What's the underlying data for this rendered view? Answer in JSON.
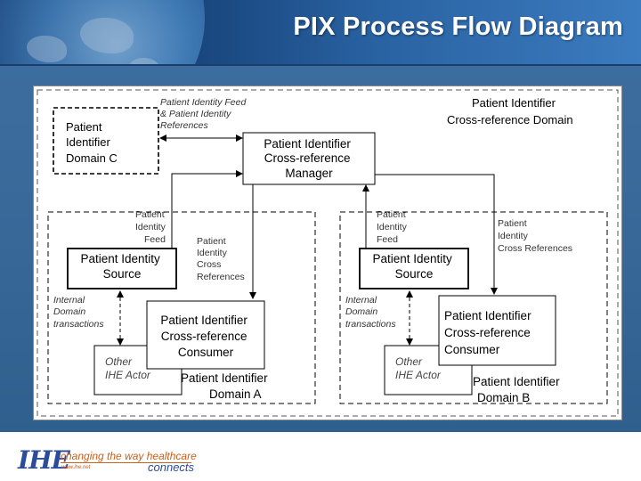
{
  "slide": {
    "title": "PIX Process Flow Diagram"
  },
  "diagram": {
    "domain_label": [
      "Patient Identifier",
      "Cross-reference Domain"
    ],
    "manager": [
      "Patient Identifier",
      "Cross-reference",
      "Manager"
    ],
    "domain_c": [
      "Patient",
      "Identifier",
      "Domain C"
    ],
    "feed_refs_label": [
      "Patient Identity Feed",
      "& Patient Identity",
      "References"
    ],
    "domain_a": {
      "feed_label": [
        "Patient",
        "Identity",
        "Feed"
      ],
      "refs_label": [
        "Patient",
        "Identity",
        "Cross",
        "References"
      ],
      "source": [
        "Patient Identity",
        "Source"
      ],
      "internal": [
        "Internal",
        "Domain",
        "transactions"
      ],
      "consumer": [
        "Patient Identifier",
        "Cross-reference",
        "Consumer"
      ],
      "other_actor": [
        "Other",
        "IHE Actor"
      ],
      "domain_name": [
        "Patient Identifier",
        "Domain A"
      ]
    },
    "domain_b": {
      "feed_label": [
        "Patient",
        "Identity",
        "Feed"
      ],
      "refs_label": [
        "Patient",
        "Identity",
        "Cross References"
      ],
      "source": [
        "Patient Identity",
        "Source"
      ],
      "internal": [
        "Internal",
        "Domain",
        "transactions"
      ],
      "consumer": [
        "Patient Identifier",
        "Cross-reference",
        "Consumer"
      ],
      "other_actor": [
        "Other",
        "IHE Actor"
      ],
      "domain_name": [
        "Patient Identifier",
        "Domain B"
      ]
    }
  },
  "footer": {
    "logo": "IHE",
    "tagline": "changing the way healthcare",
    "tagline_end": "connects",
    "url": "www.ihe.net"
  },
  "colors": {
    "title_text": "#ffffff",
    "header_dark": "#0d2b55",
    "background_blue": "#376898",
    "logo_blue": "#2b4b9b",
    "tagline_orange": "#c9601c"
  }
}
